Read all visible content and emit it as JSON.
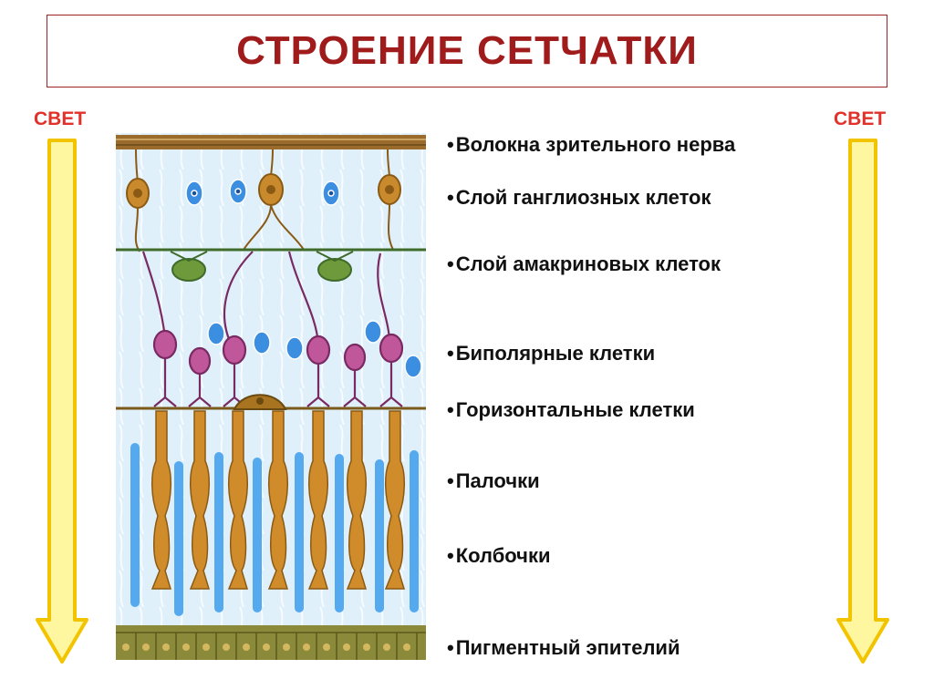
{
  "title": "СТРОЕНИЕ СЕТЧАТКИ",
  "light": {
    "left": "СВЕТ",
    "right": "СВЕТ"
  },
  "bullet": "•",
  "layers": [
    {
      "id": "nerve-fibers",
      "label": "Волокна зрительного нерва"
    },
    {
      "id": "ganglion",
      "label": "Слой ганглиозных клеток"
    },
    {
      "id": "amacrine",
      "label": "Слой амакриновых клеток"
    },
    {
      "id": "bipolar",
      "label": "Биполярные клетки"
    },
    {
      "id": "horizontal",
      "label": "Горизонтальные клетки"
    },
    {
      "id": "rods",
      "label": "Палочки"
    },
    {
      "id": "cones",
      "label": "Колбочки"
    },
    {
      "id": "pigment",
      "label": "Пигментный эпителий"
    }
  ],
  "colors": {
    "title": "#a01c1c",
    "light_label": "#e0312a",
    "arrow_fill": "#fff7a0",
    "arrow_stroke": "#f2c400",
    "background_tissue": "#dff0fb",
    "ganglion_cell": "#c98a2e",
    "amacrine_cell": "#6e9a3c",
    "bipolar_cell": "#c0579a",
    "small_cell": "#3b8ee0",
    "horizontal_cell": "#a8741f",
    "rod": "#55a9ef",
    "cone": "#d08c2a",
    "pigment": "#8a8a3a"
  },
  "icons": {
    "light_arrow": "down-arrow-icon"
  }
}
